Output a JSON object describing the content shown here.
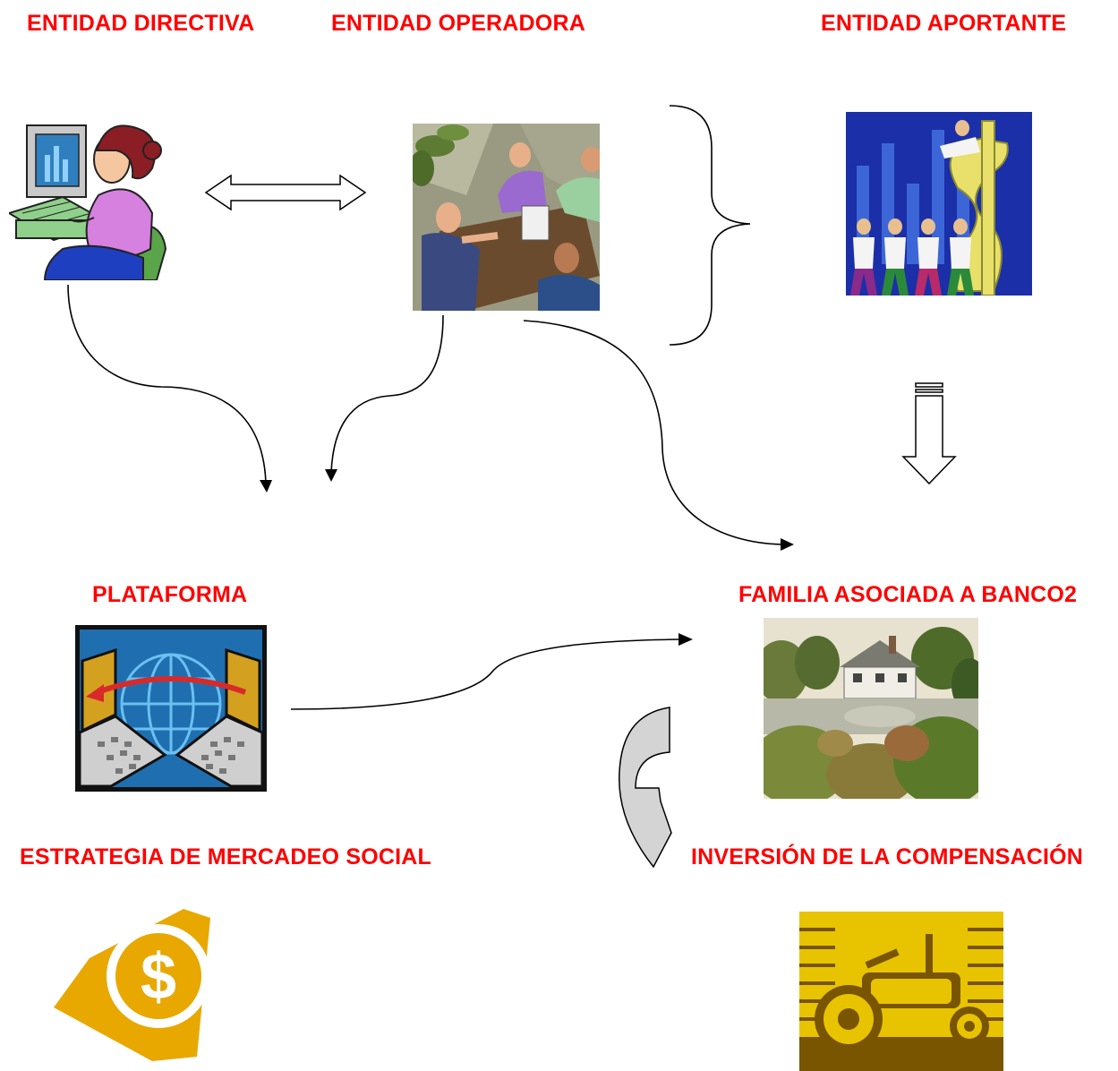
{
  "labels": {
    "directiva": "ENTIDAD DIRECTIVA",
    "operadora": "ENTIDAD OPERADORA",
    "aportante": "ENTIDAD APORTANTE",
    "plataforma": "PLATAFORMA",
    "familia": "FAMILIA ASOCIADA A BANCO2",
    "estrategia": "ESTRATEGIA DE MERCADEO SOCIAL",
    "inversion": "INVERSIÓN DE LA COMPENSACIÓN"
  },
  "icons": {
    "directiva": "woman-at-computer-icon",
    "operadora": "business-meeting-icon",
    "aportante": "businessmen-dollar-icon",
    "plataforma": "networked-computers-globe-icon",
    "familia": "country-house-lake-icon",
    "estrategia": "dollar-coin-icon",
    "inversion": "tractor-icon"
  },
  "colors": {
    "label": "#ff0000",
    "connector": "#000000"
  }
}
